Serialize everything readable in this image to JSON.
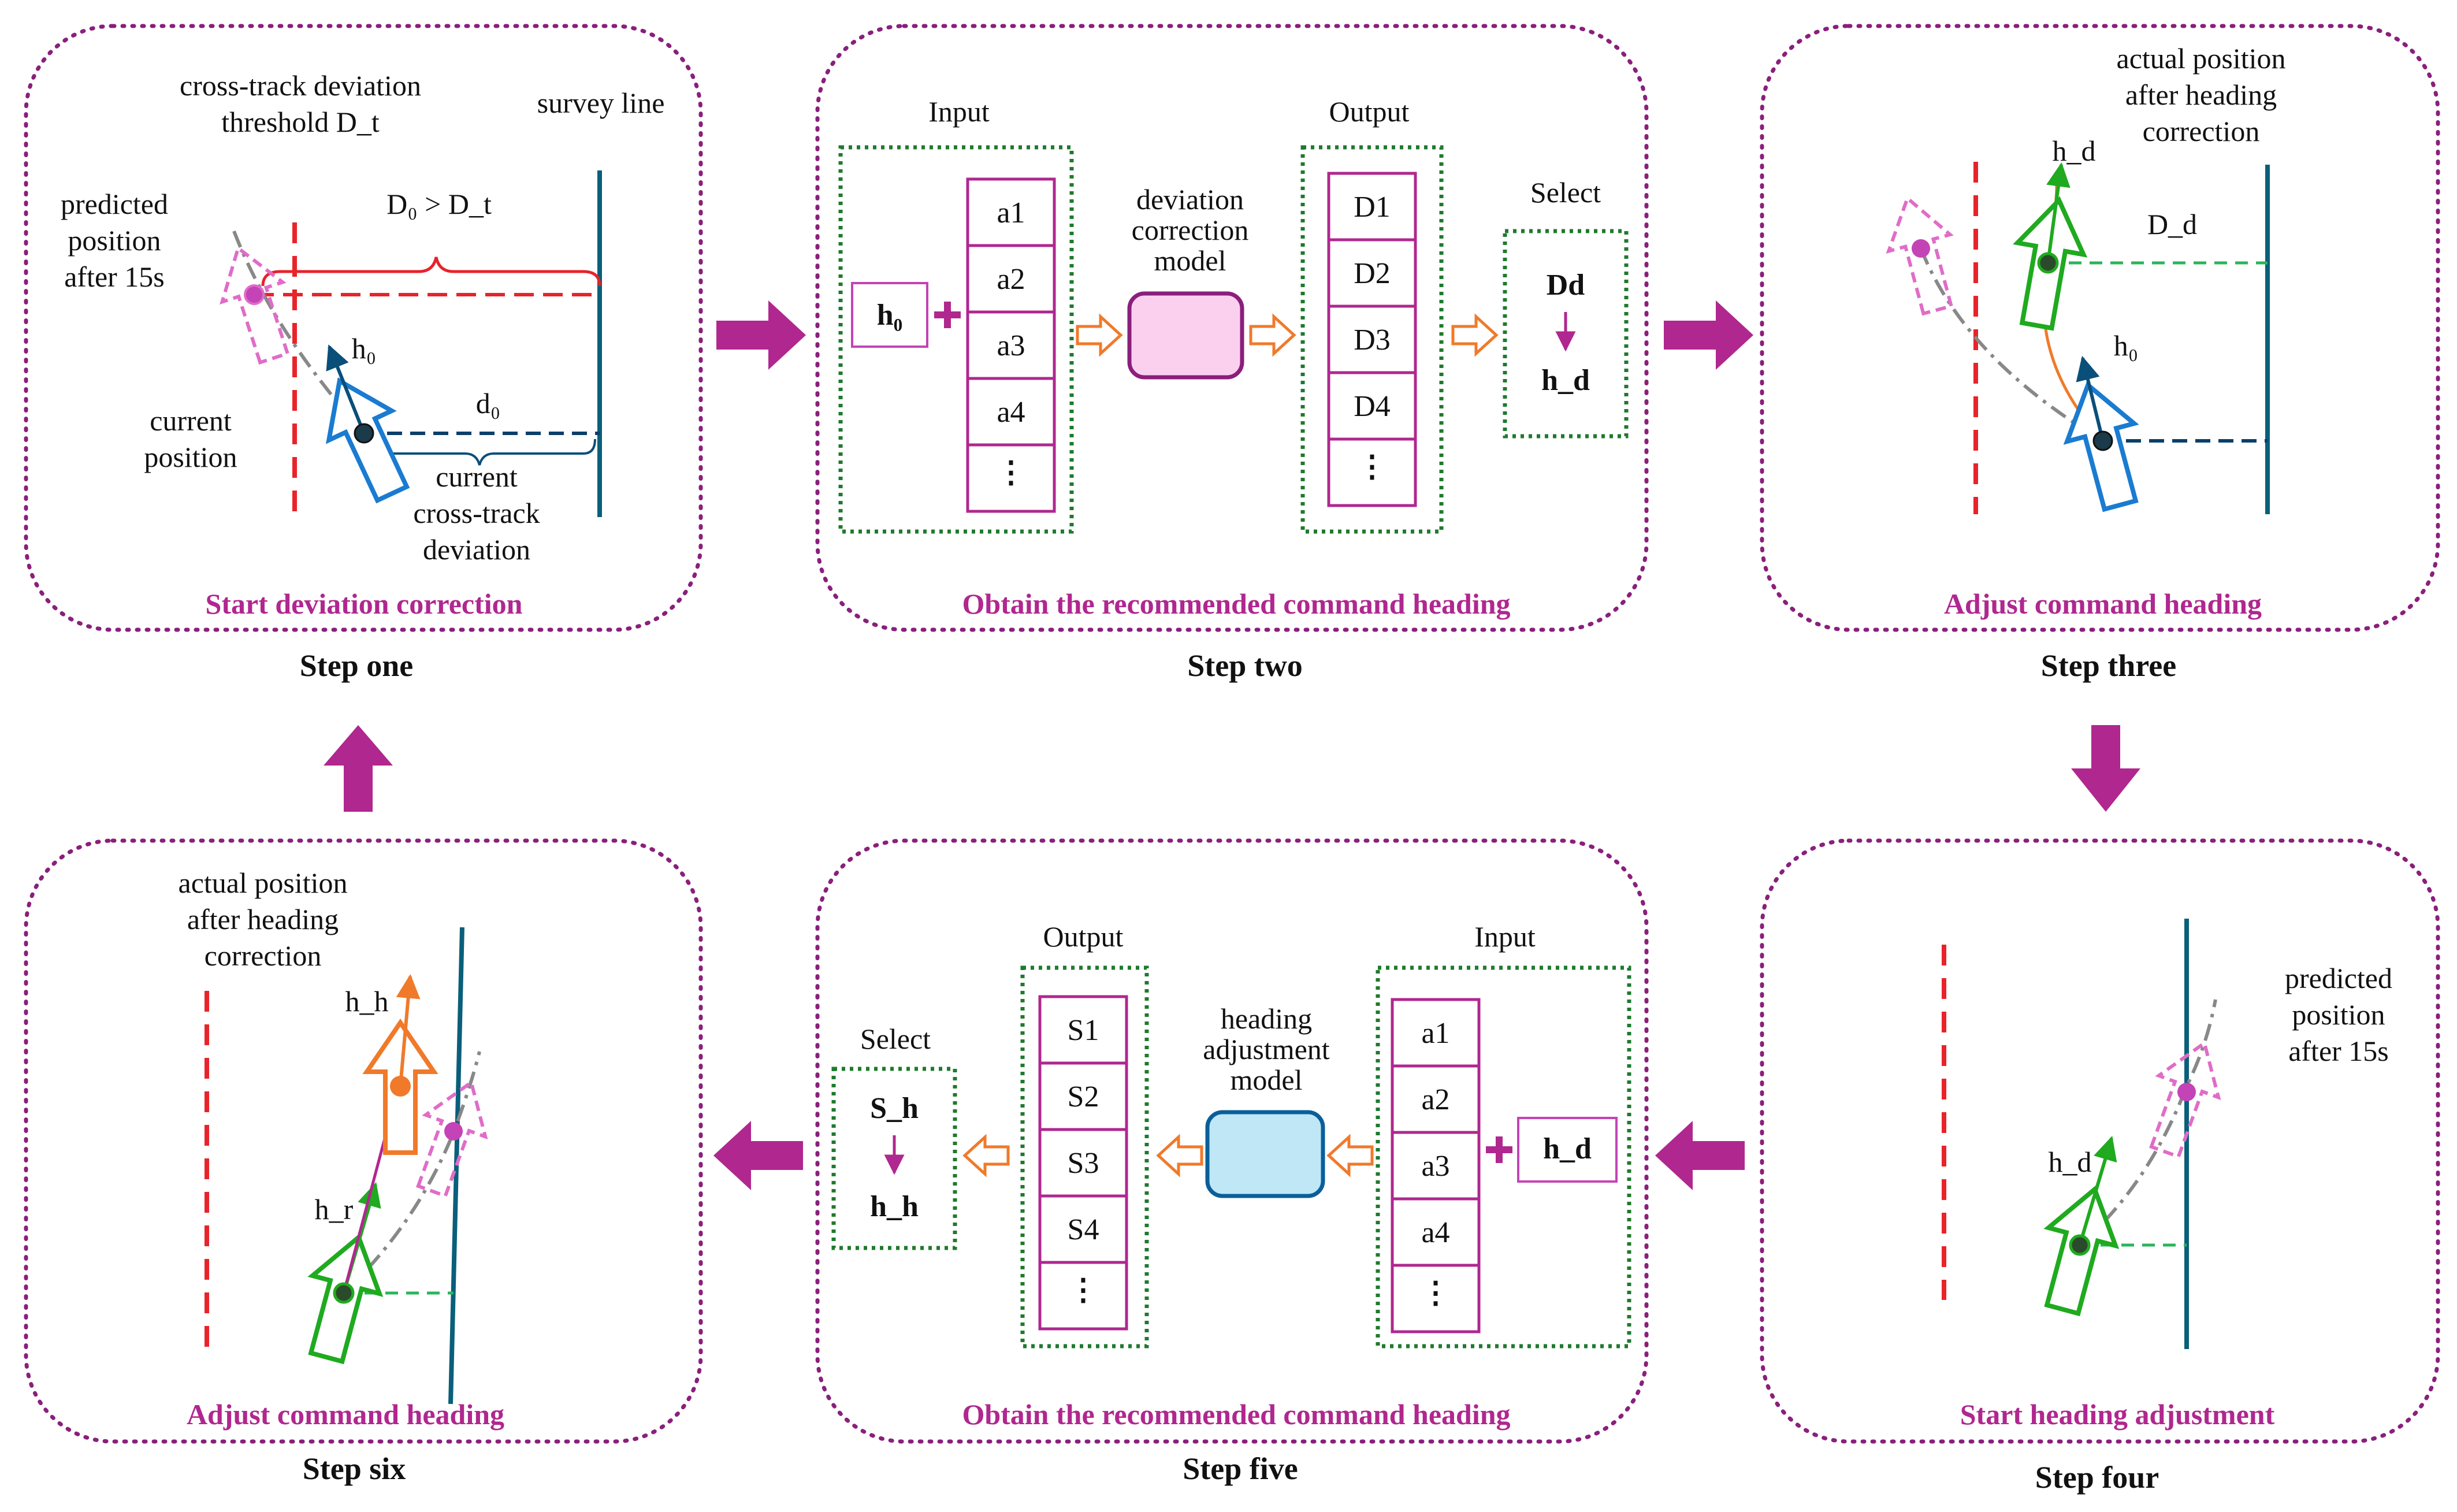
{
  "colors": {
    "accent": "#b0278f",
    "panel_border": "#8a1f7c",
    "green_box": "#1f7a2e",
    "red_threshold": "#e8232a",
    "survey_line": "#0a5f7a",
    "blue_ship": "#1a7bd1",
    "green_ship": "#1faa1f",
    "orange": "#f07a2a",
    "pink_ship": "#e06cc8",
    "model_pink": "#fbd0ef",
    "model_blue": "#bfe7f6"
  },
  "panels": {
    "step_one": {
      "label": "Step one",
      "caption": "Start deviation correction",
      "threshold_label": [
        "cross-track deviation",
        "threshold D_t"
      ],
      "survey_line_label": "survey line",
      "predicted_label": [
        "predicted",
        "position",
        "after 15s"
      ],
      "condition_label": "D₀ > D_t",
      "heading_label": "h₀",
      "current_position_label": [
        "current",
        "position"
      ],
      "d0_label": "d₀",
      "current_deviation_label": [
        "current",
        "cross-track",
        "deviation"
      ]
    },
    "step_two": {
      "label": "Step two",
      "caption": "Obtain the recommended command heading",
      "input_title": "Input",
      "input_heading": "h₀",
      "input_cells": [
        "a1",
        "a2",
        "a3",
        "a4",
        "⋮"
      ],
      "model_label": [
        "deviation",
        "correction",
        "model"
      ],
      "output_title": "Output",
      "output_cells": [
        "D1",
        "D2",
        "D3",
        "D4",
        "⋮"
      ],
      "select_title": "Select",
      "select_top": "Dd",
      "select_bottom": "h_d"
    },
    "step_three": {
      "label": "Step three",
      "caption": "Adjust command heading",
      "actual_label": [
        "actual position",
        "after heading",
        "correction"
      ],
      "hd_label": "h_d",
      "Dd_label": "D_d",
      "h0_label": "h₀"
    },
    "step_four": {
      "label": "Step four",
      "caption": "Start heading adjustment",
      "predicted_label": [
        "predicted",
        "position",
        "after 15s"
      ],
      "hd_label": "h_d"
    },
    "step_five": {
      "label": "Step five",
      "caption": "Obtain the recommended command heading",
      "input_title": "Input",
      "input_cells": [
        "a1",
        "a2",
        "a3",
        "a4",
        "⋮"
      ],
      "input_heading": "h_d",
      "model_label": [
        "heading",
        "adjustment",
        "model"
      ],
      "output_title": "Output",
      "output_cells": [
        "S1",
        "S2",
        "S3",
        "S4",
        "⋮"
      ],
      "select_title": "Select",
      "select_top": "S_h",
      "select_bottom": "h_h"
    },
    "step_six": {
      "label": "Step six",
      "caption": "Adjust command heading",
      "actual_label": [
        "actual position",
        "after heading",
        "correction"
      ],
      "hh_label": "h_h",
      "hr_label": "h_r"
    }
  }
}
